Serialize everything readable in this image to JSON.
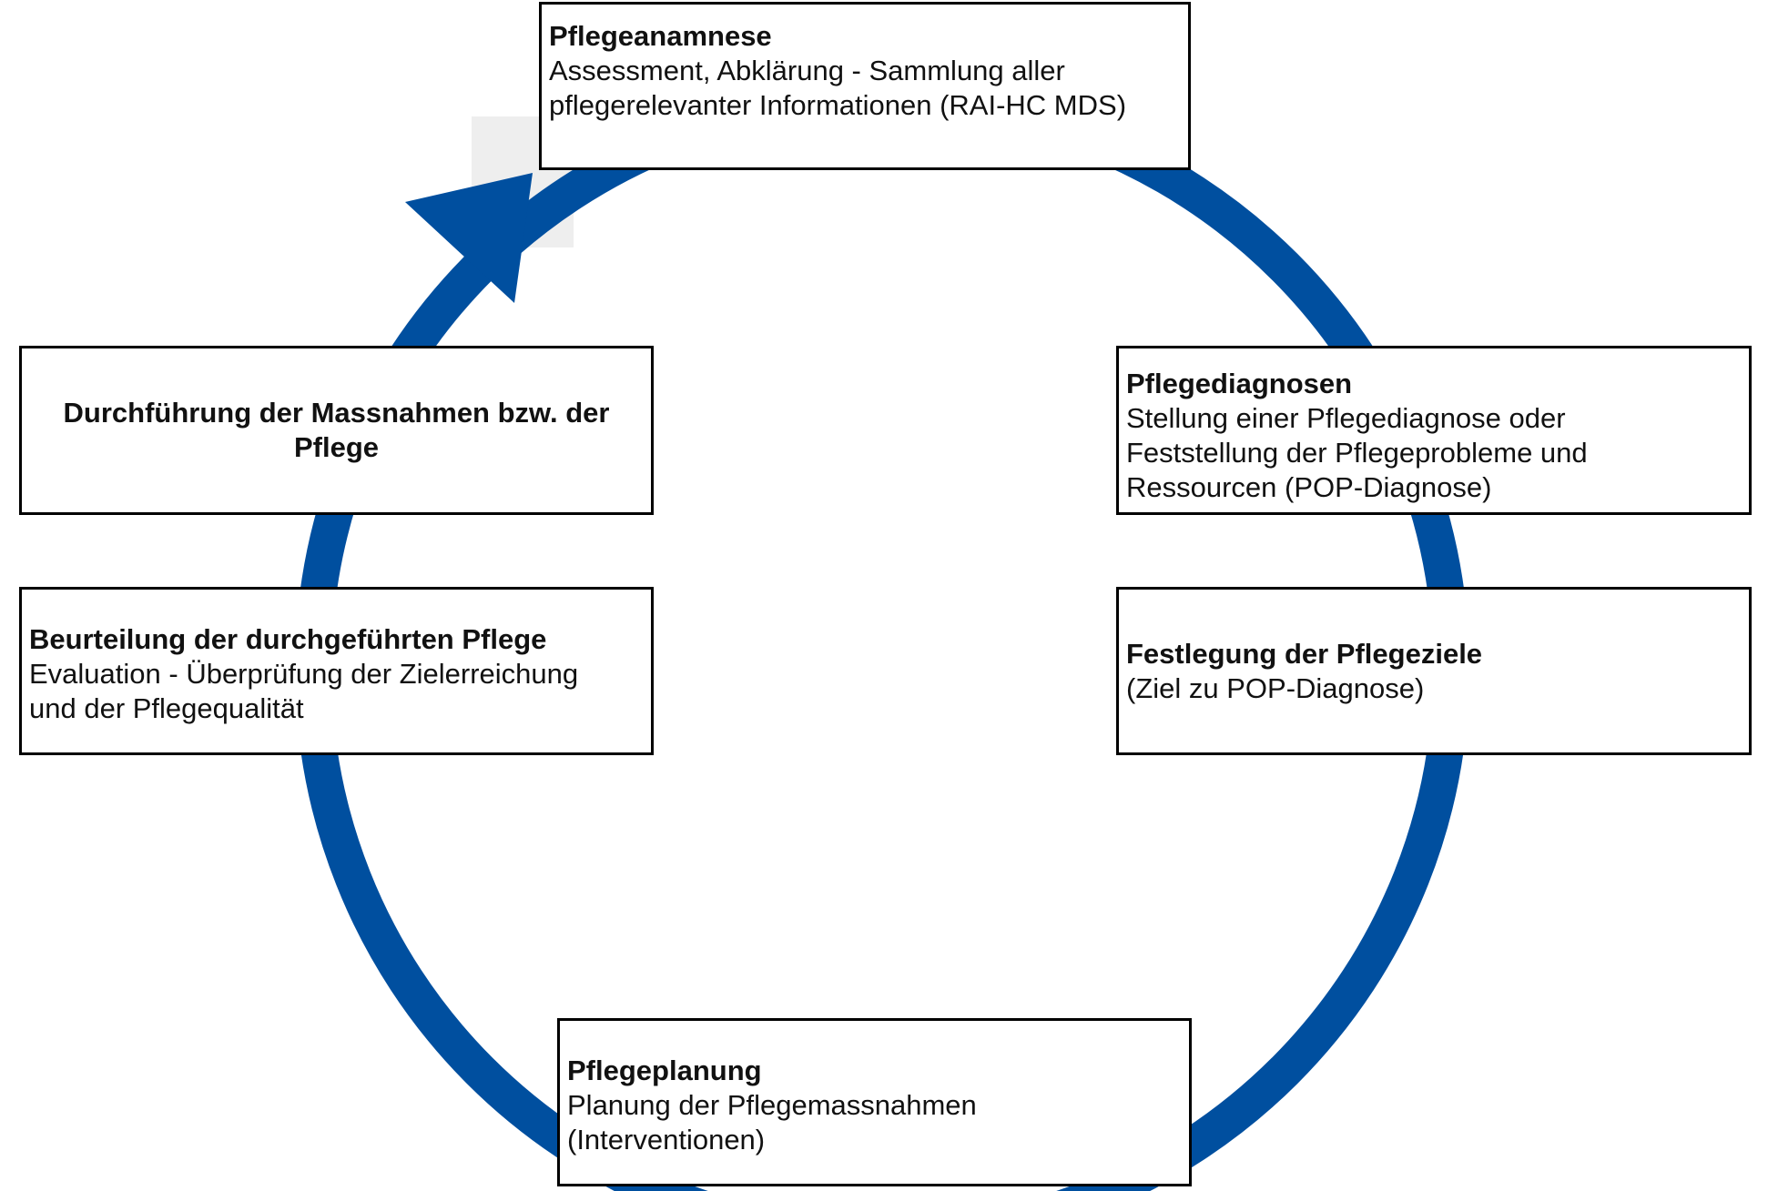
{
  "colors": {
    "cycle_arrow": "#004f9f",
    "box_border": "#000000",
    "arrow_shadow": "#eeeeee"
  },
  "steps": [
    {
      "id": "anamnese",
      "title": "Pflegeanamnese",
      "description": "Assessment, Abklärung - Sammlung aller\npflegerelevanter Informationen (RAI-HC MDS)"
    },
    {
      "id": "diagnosen",
      "title": "Pflegediagnosen",
      "description": "Stellung einer Pflegediagnose oder\nFeststellung der Pflegeprobleme und\nRessourcen (POP-Diagnose)"
    },
    {
      "id": "ziele",
      "title": "Festlegung der Pflegeziele",
      "description": "(Ziel zu POP-Diagnose)"
    },
    {
      "id": "planung",
      "title": "Pflegeplanung",
      "description": "Planung der Pflegemassnahmen\n(Interventionen)"
    },
    {
      "id": "beurteilung",
      "title": "Beurteilung der durchgeführten Pflege",
      "description": "Evaluation - Überprüfung der Zielerreichung\nund der Pflegequalität"
    },
    {
      "id": "durchfuehrung",
      "title": "Durchführung der Massnahmen bzw. der Pflege",
      "description": ""
    }
  ]
}
